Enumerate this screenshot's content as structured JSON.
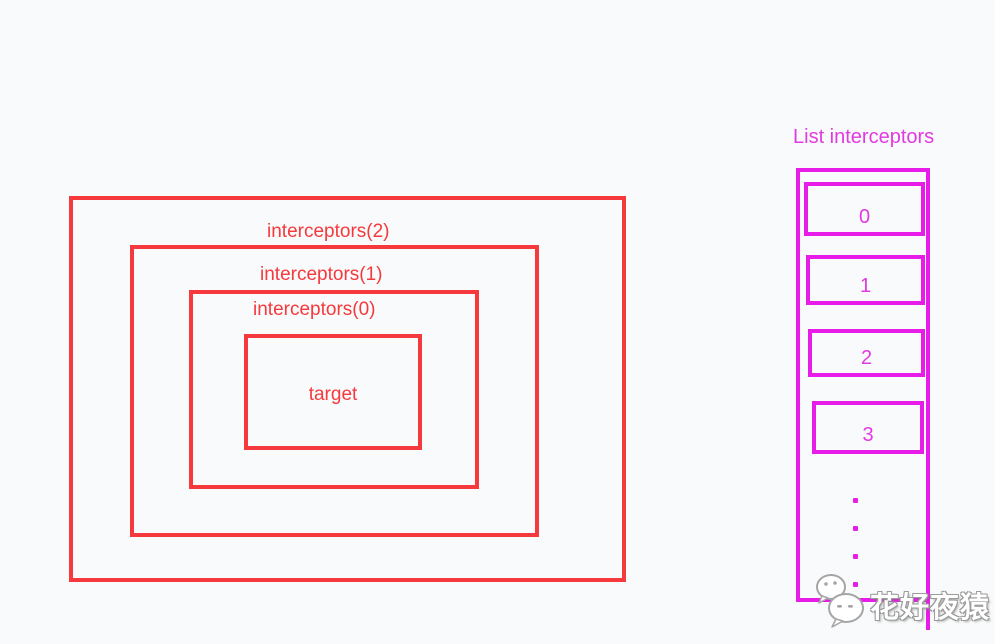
{
  "colors": {
    "red": "#f5393c",
    "magenta": "#e81ce8",
    "magenta_text": "#e23ae2",
    "bg": "#f9fafb",
    "wm_outline": "#9b9b9b"
  },
  "nested_diagram": {
    "layers": [
      "interceptors(2)",
      "interceptors(1)",
      "interceptors(0)"
    ],
    "target_label": "target"
  },
  "interceptor_list": {
    "title": "List interceptors",
    "items": [
      "0",
      "1",
      "2",
      "3"
    ],
    "ellipsis": [
      ".",
      ".",
      ".",
      "."
    ]
  },
  "watermark": {
    "text": "花好夜猿",
    "logo_icon": "wechat-chat-bubbles"
  }
}
